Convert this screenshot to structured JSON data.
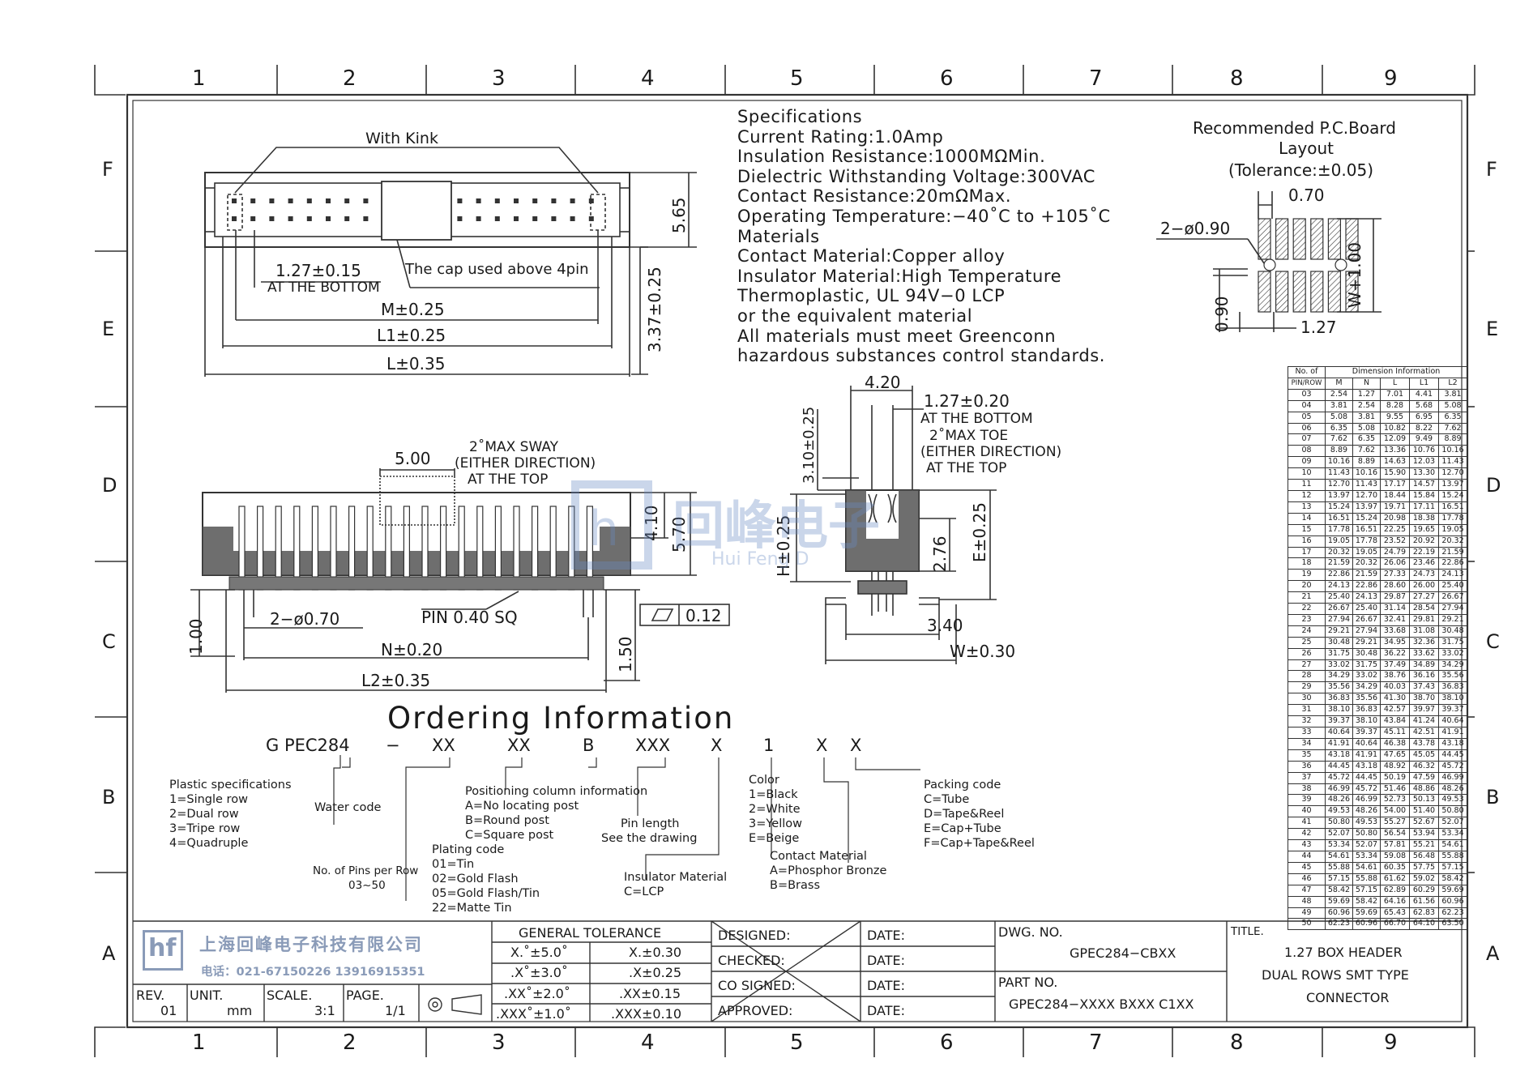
{
  "grid": {
    "columns": [
      "1",
      "2",
      "3",
      "4",
      "5",
      "6",
      "7",
      "8",
      "9"
    ],
    "rows": [
      "F",
      "E",
      "D",
      "C",
      "B",
      "A"
    ]
  },
  "specifications": {
    "lines": [
      "Specifications",
      "Current Rating:1.0Amp",
      "Insulation Resistance:1000MΩMin.",
      "Dielectric Withstanding Voltage:300VAC",
      "Contact Resistance:20mΩMax.",
      "Operating Temperature:−40˚C to +105˚C",
      "Materials",
      "Contact Material:Copper alloy",
      "Insulator Material:High Temperature",
      "Thermoplastic, UL 94V−0 LCP",
      "or the equivalent material",
      "All materials must meet Greenconn",
      "hazardous substances control standards."
    ]
  },
  "pcb_layout": {
    "title_line1": "Recommended P.C.Board",
    "title_line2": "Layout",
    "tolerance": "(Tolerance:±0.05)",
    "dim_pad_width": "0.70",
    "dim_hole": "2−ø0.90",
    "dim_pitch_y": "W+1.00",
    "dim_pad_gap": "0.90",
    "dim_pitch_x": "1.27"
  },
  "top_view": {
    "with_kink": "With Kink",
    "dim_height": "5.65",
    "dim_pitch": "1.27±0.15",
    "at_bottom": "AT THE BOTTOM",
    "cap_note": "The cap used above 4pin",
    "dim_total_height": "3.37±0.25",
    "dim_m": "M±0.25",
    "dim_l1": "L1±0.25",
    "dim_l": "L±0.35"
  },
  "front_view": {
    "dim_500": "5.00",
    "sway_line1": "2˚MAX SWAY",
    "sway_line2": "(EITHER DIRECTION)",
    "sway_line3": "AT THE TOP",
    "dim_410": "4.10",
    "dim_570": "5.70",
    "dim_100": "1.00",
    "dim_post": "2−ø0.70",
    "pin_sq": "PIN 0.40 SQ",
    "flatness": "0.12",
    "dim_n": "N±0.20",
    "dim_150": "1.50",
    "dim_l2": "L2±0.35"
  },
  "side_view": {
    "dim_420": "4.20",
    "dim_127": "1.27±0.20",
    "at_bottom": "AT THE BOTTOM",
    "toe_line1": "2˚MAX TOE",
    "toe_line2": "(EITHER DIRECTION)",
    "toe_line3": "AT THE TOP",
    "dim_310": "3.10±0.25",
    "dim_h": "H±0.25",
    "dim_276": "2.76",
    "dim_e": "E±0.25",
    "dim_340": "3.40",
    "dim_w": "W±0.30"
  },
  "dimension_table": {
    "header_a": "No. of",
    "header_b": "PIN/ROW",
    "header_group": "Dimension Information",
    "columns": [
      "M",
      "N",
      "L",
      "L1",
      "L2"
    ],
    "rows": [
      [
        "03",
        "2.54",
        "1.27",
        "7.01",
        "4.41",
        "3.81"
      ],
      [
        "04",
        "3.81",
        "2.54",
        "8.28",
        "5.68",
        "5.08"
      ],
      [
        "05",
        "5.08",
        "3.81",
        "9.55",
        "6.95",
        "6.35"
      ],
      [
        "06",
        "6.35",
        "5.08",
        "10.82",
        "8.22",
        "7.62"
      ],
      [
        "07",
        "7.62",
        "6.35",
        "12.09",
        "9.49",
        "8.89"
      ],
      [
        "08",
        "8.89",
        "7.62",
        "13.36",
        "10.76",
        "10.16"
      ],
      [
        "09",
        "10.16",
        "8.89",
        "14.63",
        "12.03",
        "11.43"
      ],
      [
        "10",
        "11.43",
        "10.16",
        "15.90",
        "13.30",
        "12.70"
      ],
      [
        "11",
        "12.70",
        "11.43",
        "17.17",
        "14.57",
        "13.97"
      ],
      [
        "12",
        "13.97",
        "12.70",
        "18.44",
        "15.84",
        "15.24"
      ],
      [
        "13",
        "15.24",
        "13.97",
        "19.71",
        "17.11",
        "16.51"
      ],
      [
        "14",
        "16.51",
        "15.24",
        "20.98",
        "18.38",
        "17.78"
      ],
      [
        "15",
        "17.78",
        "16.51",
        "22.25",
        "19.65",
        "19.05"
      ],
      [
        "16",
        "19.05",
        "17.78",
        "23.52",
        "20.92",
        "20.32"
      ],
      [
        "17",
        "20.32",
        "19.05",
        "24.79",
        "22.19",
        "21.59"
      ],
      [
        "18",
        "21.59",
        "20.32",
        "26.06",
        "23.46",
        "22.86"
      ],
      [
        "19",
        "22.86",
        "21.59",
        "27.33",
        "24.73",
        "24.13"
      ],
      [
        "20",
        "24.13",
        "22.86",
        "28.60",
        "26.00",
        "25.40"
      ],
      [
        "21",
        "25.40",
        "24.13",
        "29.87",
        "27.27",
        "26.67"
      ],
      [
        "22",
        "26.67",
        "25.40",
        "31.14",
        "28.54",
        "27.94"
      ],
      [
        "23",
        "27.94",
        "26.67",
        "32.41",
        "29.81",
        "29.21"
      ],
      [
        "24",
        "29.21",
        "27.94",
        "33.68",
        "31.08",
        "30.48"
      ],
      [
        "25",
        "30.48",
        "29.21",
        "34.95",
        "32.36",
        "31.75"
      ],
      [
        "26",
        "31.75",
        "30.48",
        "36.22",
        "33.62",
        "33.02"
      ],
      [
        "27",
        "33.02",
        "31.75",
        "37.49",
        "34.89",
        "34.29"
      ],
      [
        "28",
        "34.29",
        "33.02",
        "38.76",
        "36.16",
        "35.56"
      ],
      [
        "29",
        "35.56",
        "34.29",
        "40.03",
        "37.43",
        "36.83"
      ],
      [
        "30",
        "36.83",
        "35.56",
        "41.30",
        "38.70",
        "38.10"
      ],
      [
        "31",
        "38.10",
        "36.83",
        "42.57",
        "39.97",
        "39.37"
      ],
      [
        "32",
        "39.37",
        "38.10",
        "43.84",
        "41.24",
        "40.64"
      ],
      [
        "33",
        "40.64",
        "39.37",
        "45.11",
        "42.51",
        "41.91"
      ],
      [
        "34",
        "41.91",
        "40.64",
        "46.38",
        "43.78",
        "43.18"
      ],
      [
        "35",
        "43.18",
        "41.91",
        "47.65",
        "45.05",
        "44.45"
      ],
      [
        "36",
        "44.45",
        "43.18",
        "48.92",
        "46.32",
        "45.72"
      ],
      [
        "37",
        "45.72",
        "44.45",
        "50.19",
        "47.59",
        "46.99"
      ],
      [
        "38",
        "46.99",
        "45.72",
        "51.46",
        "48.86",
        "48.26"
      ],
      [
        "39",
        "48.26",
        "46.99",
        "52.73",
        "50.13",
        "49.53"
      ],
      [
        "40",
        "49.53",
        "48.26",
        "54.00",
        "51.40",
        "50.80"
      ],
      [
        "41",
        "50.80",
        "49.53",
        "55.27",
        "52.67",
        "52.07"
      ],
      [
        "42",
        "52.07",
        "50.80",
        "56.54",
        "53.94",
        "53.34"
      ],
      [
        "43",
        "53.34",
        "52.07",
        "57.81",
        "55.21",
        "54.61"
      ],
      [
        "44",
        "54.61",
        "53.34",
        "59.08",
        "56.48",
        "55.88"
      ],
      [
        "45",
        "55.88",
        "54.61",
        "60.35",
        "57.75",
        "57.15"
      ],
      [
        "46",
        "57.15",
        "55.88",
        "61.62",
        "59.02",
        "58.42"
      ],
      [
        "47",
        "58.42",
        "57.15",
        "62.89",
        "60.29",
        "59.69"
      ],
      [
        "48",
        "59.69",
        "58.42",
        "64.16",
        "61.56",
        "60.96"
      ],
      [
        "49",
        "60.96",
        "59.69",
        "65.43",
        "62.83",
        "62.23"
      ],
      [
        "50",
        "62.23",
        "60.96",
        "66.70",
        "64.10",
        "63.50"
      ]
    ]
  },
  "ordering": {
    "title": "Ordering Information",
    "code_parts": [
      "G PEC284",
      "−",
      "XX",
      "XX",
      "B",
      "XXX",
      "X",
      "1",
      "X",
      "X"
    ],
    "plastic_title": "Plastic specifications",
    "plastic_opts": [
      "1=Single row",
      "2=Dual row",
      "3=Tripe row",
      "4=Quadruple"
    ],
    "water_code": "Water code",
    "pins_per_row": "No. of Pins per Row",
    "pins_range": "03~50",
    "positioning_title": "Positioning column information",
    "positioning_opts": [
      "A=No locating post",
      "B=Round post",
      "C=Square post"
    ],
    "plating_title": "Plating code",
    "plating_opts": [
      "01=Tin",
      "02=Gold Flash",
      "05=Gold Flash/Tin",
      "22=Matte Tin"
    ],
    "pin_length": "Pin length",
    "pin_length_note": "See the drawing",
    "insulator_title": "Insulator Material",
    "insulator_opt": "C=LCP",
    "color_title": "Color",
    "color_opts": [
      "1=Black",
      "2=White",
      "3=Yellow",
      "E=Beige"
    ],
    "contact_title": "Contact Material",
    "contact_opts": [
      "A=Phosphor Bronze",
      "B=Brass"
    ],
    "packing_title": "Packing code",
    "packing_opts": [
      "C=Tube",
      "D=Tape&Reel",
      "E=Cap+Tube",
      "F=Cap+Tape&Reel"
    ]
  },
  "title_block": {
    "company_cn": "上海回峰电子科技有限公司",
    "phone": "电话：021-67150226  13916915351",
    "logo_text": "hf",
    "watermark_cn": "回峰电子",
    "watermark_en": "Hui Feng D",
    "rev_label": "REV.",
    "rev_value": "01",
    "unit_label": "UNIT.",
    "unit_value": "mm",
    "scale_label": "SCALE.",
    "scale_value": "3:1",
    "page_label": "PAGE.",
    "page_value": "1/1",
    "tolerance_title": "GENERAL TOLERANCE",
    "tolerance_rows": [
      [
        "X.˚±5.0˚",
        "X.±0.30"
      ],
      [
        ".X˚±3.0˚",
        ".X±0.25"
      ],
      [
        ".XX˚±2.0˚",
        ".XX±0.15"
      ],
      [
        ".XXX˚±1.0˚",
        ".XXX±0.10"
      ]
    ],
    "sign_rows": [
      [
        "DESIGNED:",
        "DATE:"
      ],
      [
        "CHECKED:",
        "DATE:"
      ],
      [
        "CO SIGNED:",
        "DATE:"
      ],
      [
        "APPROVED:",
        "DATE:"
      ]
    ],
    "dwg_label": "DWG. NO.",
    "dwg_value": "GPEC284−CBXX",
    "part_label": "PART NO.",
    "part_value": "GPEC284−XXXX BXXX C1XX",
    "title_label": "TITLE.",
    "title_lines": [
      "1.27 BOX HEADER",
      "DUAL ROWS SMT TYPE",
      "CONNECTOR"
    ]
  }
}
